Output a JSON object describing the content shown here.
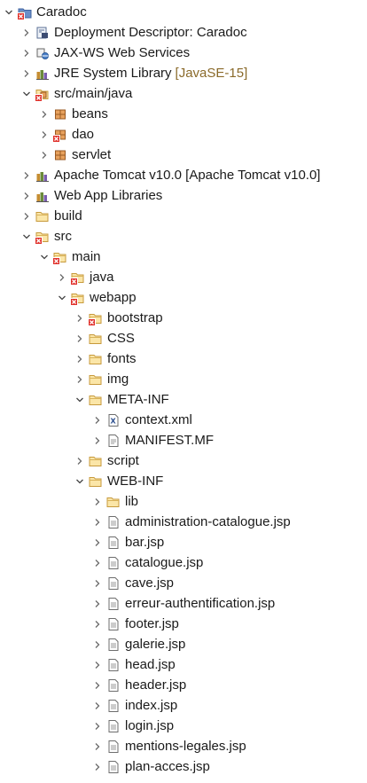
{
  "tree": [
    {
      "label": "Caradoc",
      "level": 0,
      "expanded": true,
      "icon": "project-icon"
    },
    {
      "label": "Deployment Descriptor: Caradoc",
      "level": 1,
      "expanded": false,
      "icon": "deployment-descriptor-icon"
    },
    {
      "label": "JAX-WS Web Services",
      "level": 1,
      "expanded": false,
      "icon": "web-services-icon"
    },
    {
      "label": "JRE System Library",
      "decoration": "[JavaSE-15]",
      "level": 1,
      "expanded": false,
      "icon": "library-icon"
    },
    {
      "label": "src/main/java",
      "level": 1,
      "expanded": true,
      "icon": "source-folder-error-icon"
    },
    {
      "label": "beans",
      "level": 2,
      "expanded": false,
      "icon": "package-icon"
    },
    {
      "label": "dao",
      "level": 2,
      "expanded": false,
      "icon": "package-error-icon"
    },
    {
      "label": "servlet",
      "level": 2,
      "expanded": false,
      "icon": "package-icon"
    },
    {
      "label": "Apache Tomcat v10.0 [Apache Tomcat v10.0]",
      "level": 1,
      "expanded": false,
      "icon": "library-icon"
    },
    {
      "label": "Web App Libraries",
      "level": 1,
      "expanded": false,
      "icon": "library-icon"
    },
    {
      "label": "build",
      "level": 1,
      "expanded": false,
      "icon": "folder-icon"
    },
    {
      "label": "src",
      "level": 1,
      "expanded": true,
      "icon": "folder-error-icon"
    },
    {
      "label": "main",
      "level": 2,
      "expanded": true,
      "icon": "folder-error-icon"
    },
    {
      "label": "java",
      "level": 3,
      "expanded": false,
      "icon": "folder-error-icon"
    },
    {
      "label": "webapp",
      "level": 3,
      "expanded": true,
      "icon": "folder-error-icon"
    },
    {
      "label": "bootstrap",
      "level": 4,
      "expanded": false,
      "icon": "folder-error-icon"
    },
    {
      "label": "CSS",
      "level": 4,
      "expanded": false,
      "icon": "folder-icon"
    },
    {
      "label": "fonts",
      "level": 4,
      "expanded": false,
      "icon": "folder-icon"
    },
    {
      "label": "img",
      "level": 4,
      "expanded": false,
      "icon": "folder-icon"
    },
    {
      "label": "META-INF",
      "level": 4,
      "expanded": true,
      "icon": "folder-icon"
    },
    {
      "label": "context.xml",
      "level": 5,
      "expanded": false,
      "icon": "xml-file-icon"
    },
    {
      "label": "MANIFEST.MF",
      "level": 5,
      "expanded": false,
      "icon": "file-icon"
    },
    {
      "label": "script",
      "level": 4,
      "expanded": false,
      "icon": "folder-icon"
    },
    {
      "label": "WEB-INF",
      "level": 4,
      "expanded": true,
      "icon": "folder-icon"
    },
    {
      "label": "lib",
      "level": 5,
      "expanded": false,
      "icon": "folder-icon"
    },
    {
      "label": "administration-catalogue.jsp",
      "level": 5,
      "expanded": false,
      "icon": "jsp-file-icon"
    },
    {
      "label": "bar.jsp",
      "level": 5,
      "expanded": false,
      "icon": "jsp-file-icon"
    },
    {
      "label": "catalogue.jsp",
      "level": 5,
      "expanded": false,
      "icon": "jsp-file-icon"
    },
    {
      "label": "cave.jsp",
      "level": 5,
      "expanded": false,
      "icon": "jsp-file-icon"
    },
    {
      "label": "erreur-authentification.jsp",
      "level": 5,
      "expanded": false,
      "icon": "jsp-file-icon"
    },
    {
      "label": "footer.jsp",
      "level": 5,
      "expanded": false,
      "icon": "jsp-file-icon"
    },
    {
      "label": "galerie.jsp",
      "level": 5,
      "expanded": false,
      "icon": "jsp-file-icon"
    },
    {
      "label": "head.jsp",
      "level": 5,
      "expanded": false,
      "icon": "jsp-file-icon"
    },
    {
      "label": "header.jsp",
      "level": 5,
      "expanded": false,
      "icon": "jsp-file-icon"
    },
    {
      "label": "index.jsp",
      "level": 5,
      "expanded": false,
      "icon": "jsp-file-icon"
    },
    {
      "label": "login.jsp",
      "level": 5,
      "expanded": false,
      "icon": "jsp-file-icon"
    },
    {
      "label": "mentions-legales.jsp",
      "level": 5,
      "expanded": false,
      "icon": "jsp-file-icon"
    },
    {
      "label": "plan-acces.jsp",
      "level": 5,
      "expanded": false,
      "icon": "jsp-file-icon"
    }
  ]
}
